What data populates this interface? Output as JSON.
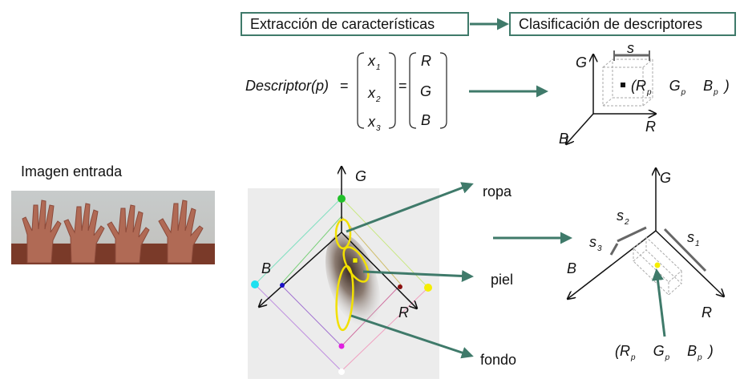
{
  "flow": {
    "step1": "Extracción de características",
    "step2": "Clasificación de descriptores"
  },
  "formula": {
    "lhs": "Descriptor",
    "paren_open": "(",
    "arg": "p",
    "paren_close": ")",
    "eq1": "=",
    "eq2": "=",
    "x1": "x",
    "x1_sub": "1",
    "x2": "x",
    "x2_sub": "2",
    "x3": "x",
    "x3_sub": "3",
    "r": "R",
    "g": "G",
    "b": "B"
  },
  "input_image": {
    "label": "Imagen entrada"
  },
  "cube_top": {
    "axis_g": "G",
    "axis_r": "R",
    "axis_b": "B",
    "side": "s",
    "point_open": "(R",
    "point_sub_r": "p",
    "point_g": "G",
    "point_sub_g": "p",
    "point_b": "B",
    "point_sub_b": "p",
    "point_close": ")"
  },
  "scatter": {
    "axis_g": "G",
    "axis_r": "R",
    "axis_b": "B",
    "labels": {
      "ropa": "ropa",
      "piel": "piel",
      "fondo": "fondo"
    }
  },
  "cube_bottom": {
    "axis_g": "G",
    "axis_r": "R",
    "axis_b": "B",
    "s1": "s",
    "s1_sub": "1",
    "s2": "s",
    "s2_sub": "2",
    "s3": "s",
    "s3_sub": "3",
    "point_open": "(R",
    "point_sub_r": "p",
    "point_g": "G",
    "point_sub_g": "p",
    "point_b": "B",
    "point_sub_b": "p",
    "point_close": ")"
  },
  "colors": {
    "arrow": "#3f7a6a",
    "highlight": "#f2e000",
    "green": "#22c02a",
    "cyan": "#1ee0f0",
    "yellow": "#f5ee00",
    "magenta": "#e020e0",
    "blue": "#1a10c8",
    "red": "#8a1010"
  }
}
